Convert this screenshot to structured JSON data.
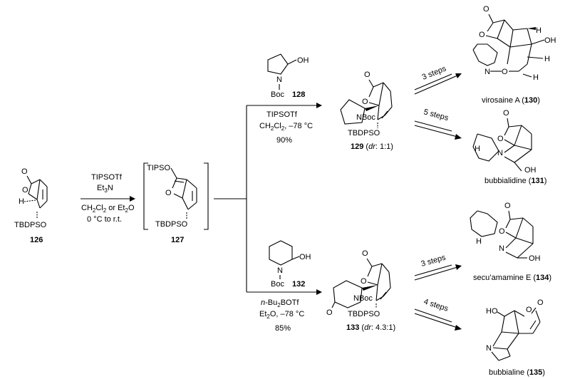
{
  "start": {
    "label": "126",
    "atoms": {
      "o_carbonyl": "O",
      "o_ring": "O",
      "h": "H",
      "otbdps": "TBDPSO"
    }
  },
  "step1": {
    "reagent1": "TIPSOTf",
    "reagent2": "Et",
    "reagent2_sub": "3",
    "reagent2_end": "N",
    "solvent_a": "CH",
    "solvent_a_sub": "2",
    "solvent_b": "Cl",
    "solvent_b_sub": "2",
    "solvent_c": " or Et",
    "solvent_c_sub": "2",
    "solvent_d": "O",
    "conditions": "0 °C to r.t."
  },
  "intermediate": {
    "label": "127",
    "atoms": {
      "tipso": "TIPSO",
      "o_ring": "O",
      "otbdps": "TBDPSO"
    }
  },
  "upper": {
    "reagent_label": "128",
    "reagent_atoms": {
      "n": "N",
      "oh": "OH",
      "boc": "Boc"
    },
    "cond1": "TIPSOTf",
    "cond2_a": "CH",
    "cond2_sub1": "2",
    "cond2_b": "Cl",
    "cond2_sub2": "2",
    "cond2_c": ", –78 °C",
    "yield": "90%",
    "product_label": "129",
    "product_dr_prefix": " (",
    "product_dr_italic": "dr",
    "product_dr_value": ": 1:1)",
    "product_atoms": {
      "o1": "O",
      "o2": "O",
      "nboc": "NBoc",
      "otbdps": "TBDPSO"
    }
  },
  "lower": {
    "reagent_label": "132",
    "reagent_atoms": {
      "n": "N",
      "oh": "OH",
      "boc": "Boc"
    },
    "cond1_italic": "n",
    "cond1_a": "-Bu",
    "cond1_sub": "2",
    "cond1_b": "BOTf",
    "cond2_a": "Et",
    "cond2_sub": "2",
    "cond2_b": "O, –78 °C",
    "yield": "85%",
    "product_label": "133",
    "product_dr_prefix": " (",
    "product_dr_italic": "dr",
    "product_dr_value": ": 4.3:1)",
    "product_atoms": {
      "o1": "O",
      "o2": "O",
      "o3": "O",
      "nboc": "NBoc",
      "otbdps": "TBDPSO"
    }
  },
  "targets": [
    {
      "steps": "3 steps",
      "name": "virosaine A (",
      "label": "130",
      "close": ")",
      "atoms": {
        "o1": "O",
        "o2": "O",
        "n": "N",
        "o3": "O",
        "h1": "H",
        "oh": "OH",
        "h2": "H",
        "h3": "H"
      }
    },
    {
      "steps": "5 steps",
      "name": "bubbialidine (",
      "label": "131",
      "close": ")",
      "atoms": {
        "o1": "O",
        "o2": "O",
        "h": "H",
        "n": "N",
        "oh": "OH"
      }
    },
    {
      "steps": "3 steps",
      "name": "secu’amamine E (",
      "label": "134",
      "close": ")",
      "atoms": {
        "o1": "O",
        "o2": "O",
        "h": "H",
        "n": "N",
        "oh": "OH"
      }
    },
    {
      "steps": "4 steps",
      "name": "bubbialine (",
      "label": "135",
      "close": ")",
      "atoms": {
        "ho": "HO",
        "o1": "O",
        "o2": "O",
        "n": "N"
      }
    }
  ]
}
